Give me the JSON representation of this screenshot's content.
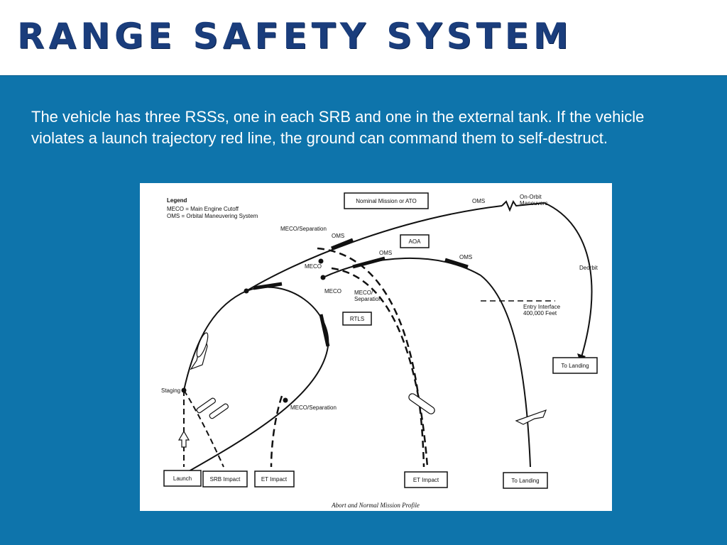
{
  "header": {
    "title": "RANGE SAFETY SYSTEM"
  },
  "body": {
    "paragraph": "The vehicle has three RSSs, one in each SRB and one in the external tank. If the vehicle violates a launch trajectory red line, the ground can command them to self-destruct."
  },
  "diagram": {
    "legend": {
      "title": "Legend",
      "meco": "MECO  =  Main Engine Cutoff",
      "oms": "OMS   =  Orbital Maneuvering System"
    },
    "boxes": {
      "nominal": "Nominal Mission or ATO",
      "aoa": "AOA",
      "rtls": "RTLS",
      "launch": "Launch",
      "srb_impact": "SRB Impact",
      "et_impact_1": "ET Impact",
      "et_impact_2": "ET Impact",
      "to_landing_1": "To Landing",
      "to_landing_2": "To Landing"
    },
    "labels": {
      "oms_top": "OMS",
      "on_orbit_1": "On-Orbit",
      "on_orbit_2": "Maneuvers",
      "meco_sep_top": "MECO/Separation",
      "oms_1": "OMS",
      "meco_1": "MECO",
      "oms_2": "OMS",
      "oms_3": "OMS",
      "meco_2": "MECO",
      "meco_sep_2a": "MECO/",
      "meco_sep_2b": "Separation",
      "deorbit": "Deorbit",
      "entry_1": "Entry  Interface",
      "entry_2": "400,000  Feet",
      "staging": "Staging",
      "meco_sep_low": "MECO/Separation"
    },
    "caption": "Abort and Normal Mission Profile"
  }
}
